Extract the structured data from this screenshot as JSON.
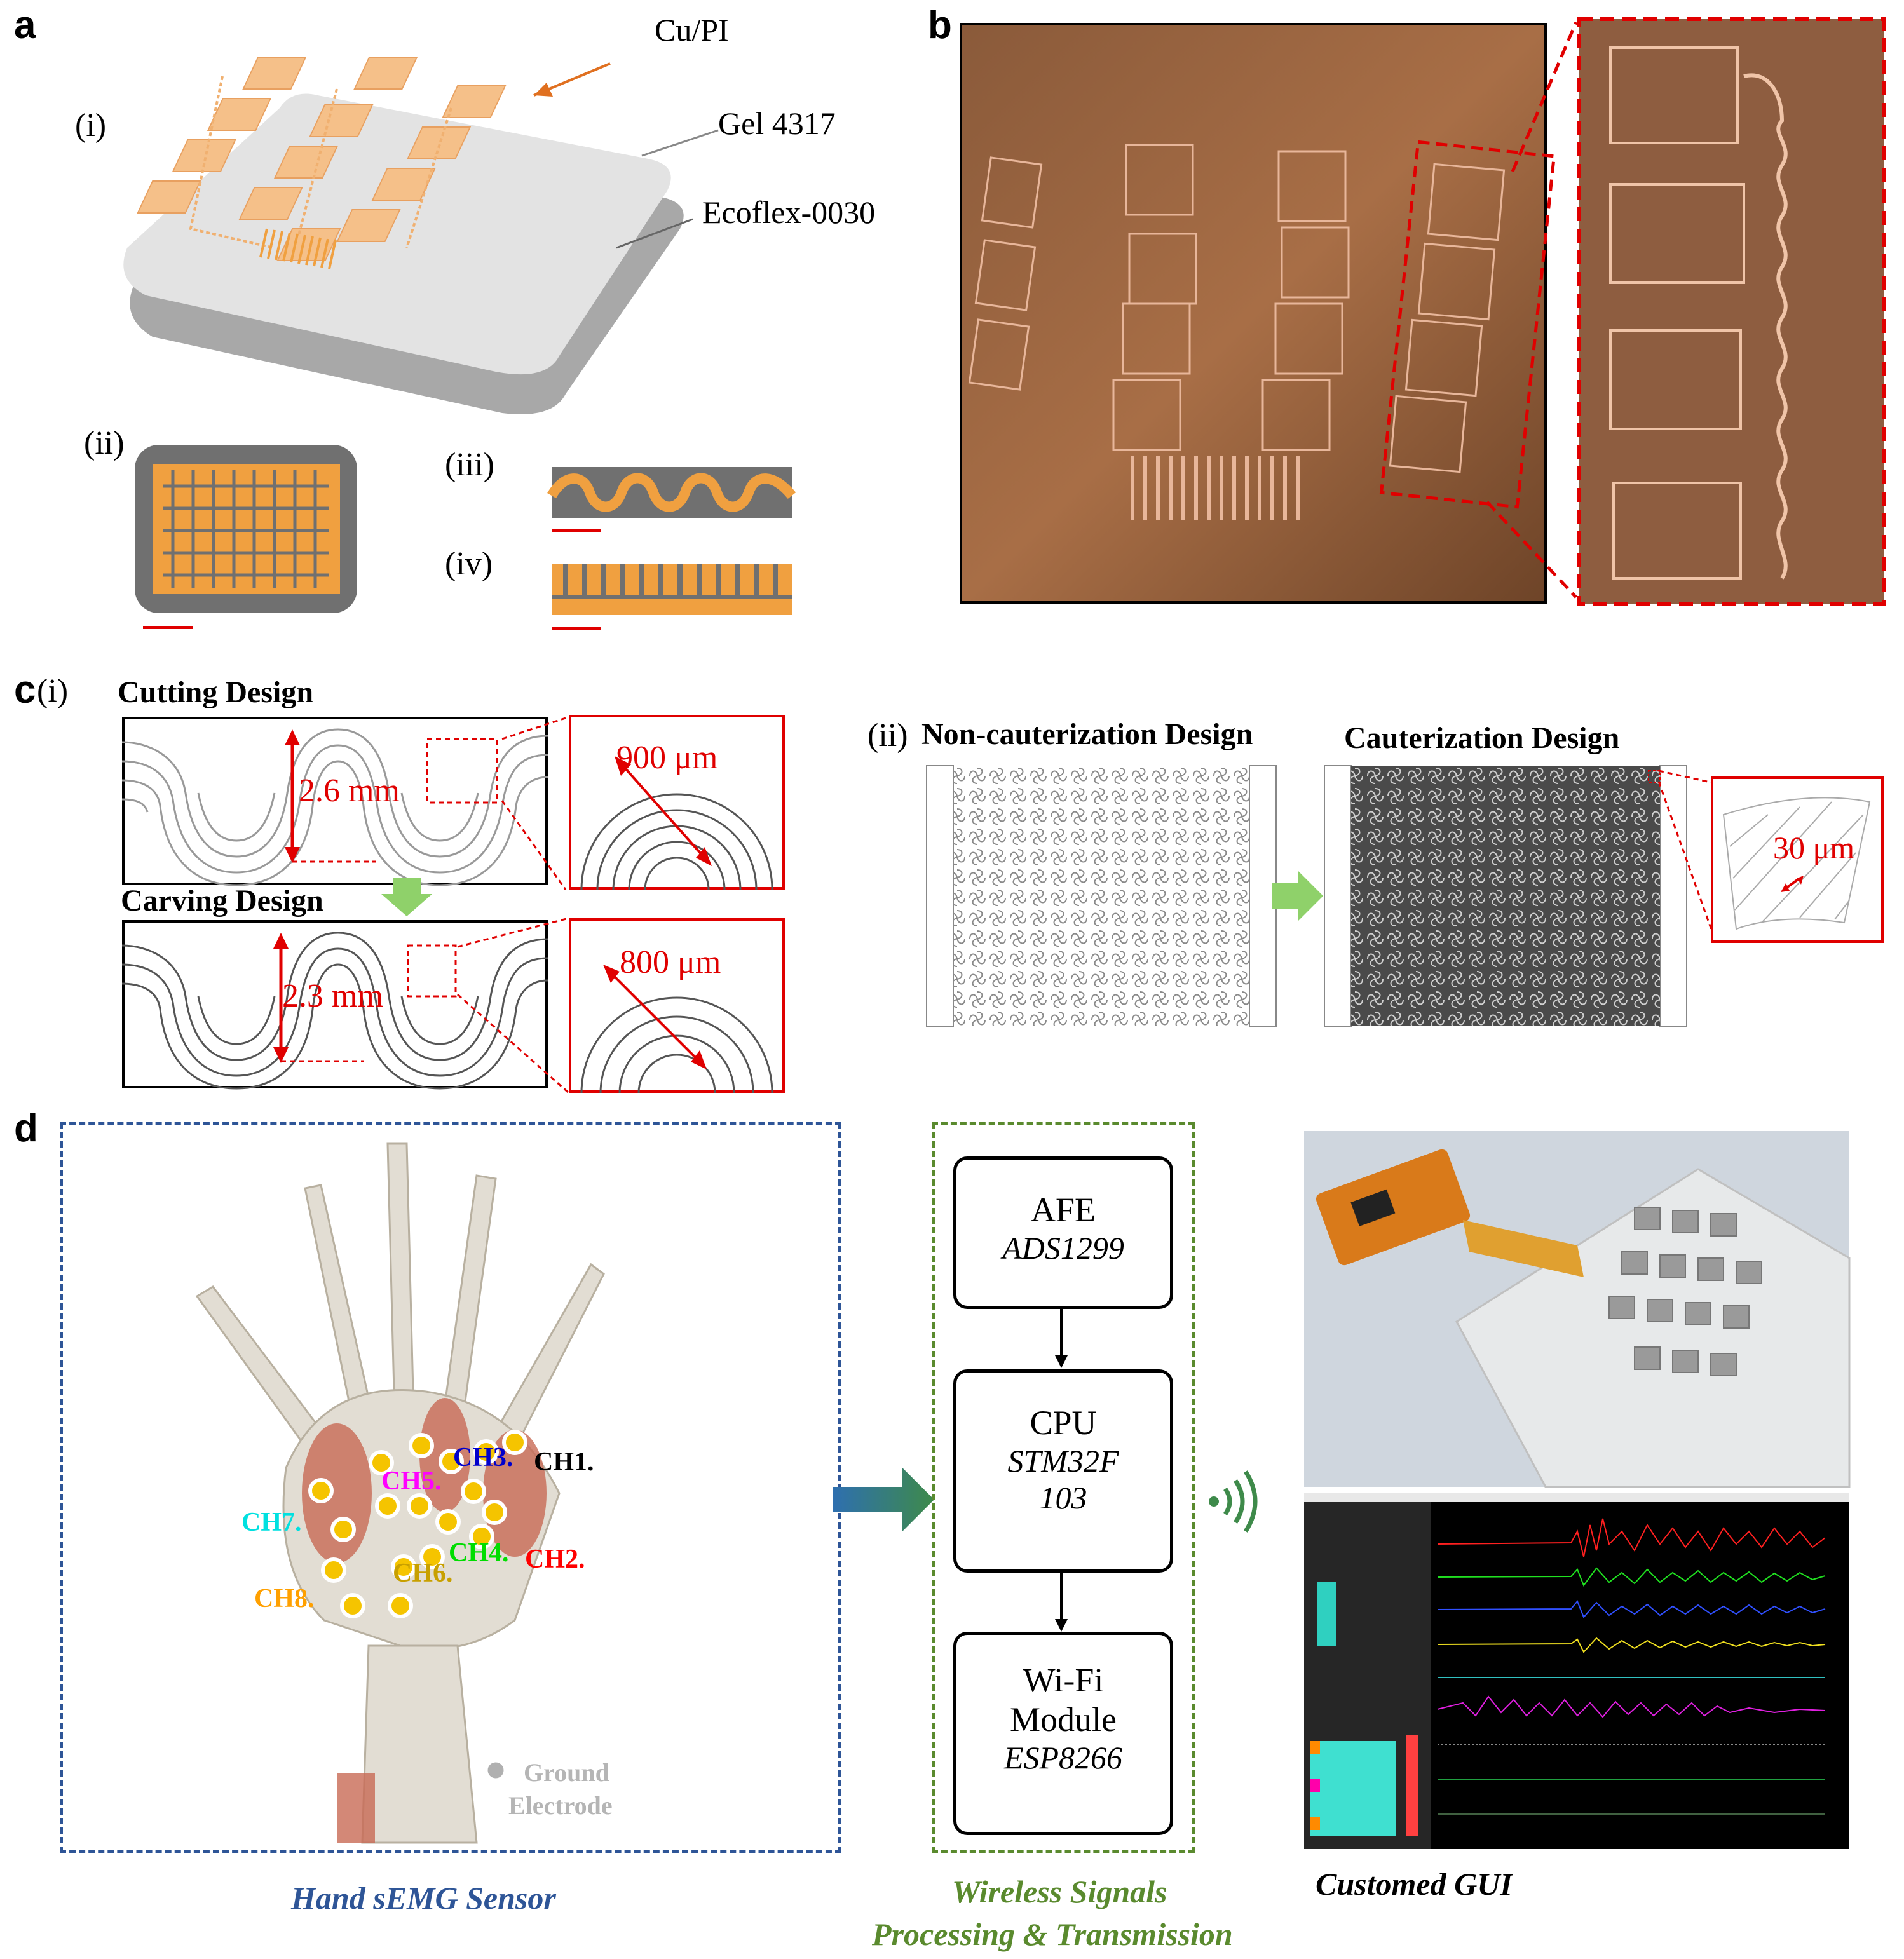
{
  "panels": {
    "a": {
      "letter": "a",
      "sub_i": "(i)",
      "sub_ii": "(ii)",
      "sub_iii": "(iii)",
      "sub_iv": "(iv)",
      "layer_labels": [
        "Cu/PI",
        "Gel 4317",
        "Ecoflex-0030"
      ],
      "colors": {
        "copper": "#f0a040",
        "gel": "#e0e0e0",
        "ecoflex": "#a8a8a8",
        "scalebar": "#e00000"
      }
    },
    "b": {
      "letter": "b"
    },
    "c": {
      "letter": "c",
      "sub_i": "(i)",
      "sub_ii": "(ii)",
      "cutting_title": "Cutting Design",
      "carving_title": "Carving Design",
      "cutting_dim": "2.6 mm",
      "cutting_zoom": "900 μm",
      "carving_dim": "2.3 mm",
      "carving_zoom": "800 μm",
      "noncaut_title": "Non-cauterization Design",
      "caut_title": "Cauterization Design",
      "caut_zoom": "30 μm"
    },
    "d": {
      "letter": "d",
      "channels": [
        {
          "label": "CH1.",
          "color": "#000000"
        },
        {
          "label": "CH2.",
          "color": "#ff0000"
        },
        {
          "label": "CH3.",
          "color": "#0000cc"
        },
        {
          "label": "CH4.",
          "color": "#00dd00"
        },
        {
          "label": "CH5.",
          "color": "#ff00ff"
        },
        {
          "label": "CH6.",
          "color": "#c8a000"
        },
        {
          "label": "CH7.",
          "color": "#00e0e0"
        },
        {
          "label": "CH8.",
          "color": "#ffa000"
        }
      ],
      "ground_label_1": "Ground",
      "ground_label_2": "Electrode",
      "blocks": [
        {
          "title": "AFE",
          "sub1": "ADS1299",
          "sub2": ""
        },
        {
          "title": "CPU",
          "sub1": "STM32F",
          "sub2": "103"
        },
        {
          "title1": "Wi-Fi",
          "title2": "Module",
          "sub1": "ESP8266"
        }
      ],
      "captions": {
        "sensor": "Hand sEMG Sensor",
        "wireless_1": "Wireless Signals",
        "wireless_2": "Processing & Transmission",
        "gui": "Customed GUI"
      },
      "colors": {
        "sensor_box": "#2e5597",
        "wireless_box": "#5a8a2e",
        "gui_caption": "#000000"
      }
    }
  }
}
